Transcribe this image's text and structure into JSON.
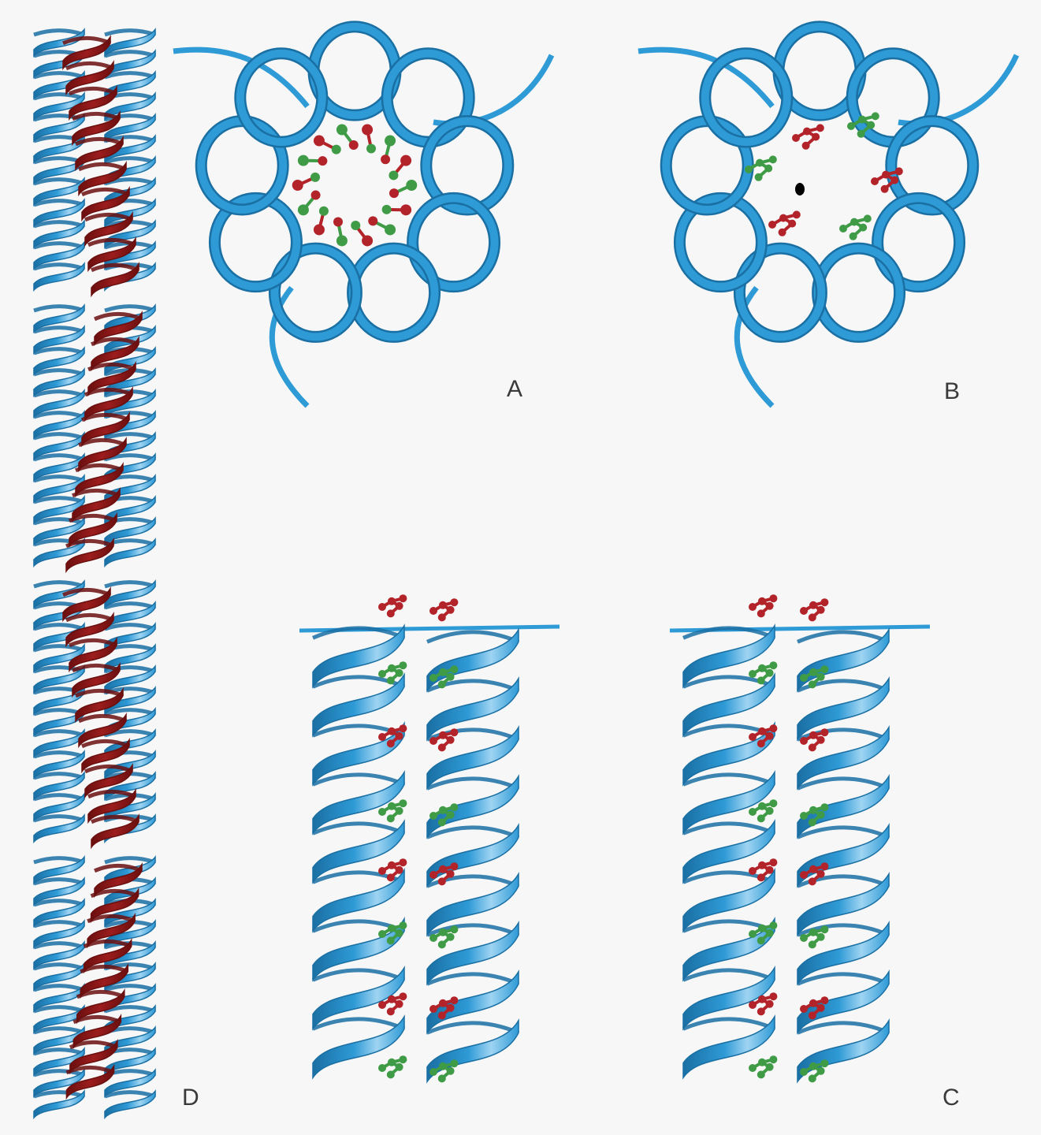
{
  "panels": {
    "A": {
      "label": "A",
      "view": "top"
    },
    "B": {
      "label": "B",
      "view": "top"
    },
    "C": {
      "label": "C",
      "view": "side"
    },
    "D": {
      "label": "D",
      "view": "long-bundle"
    }
  },
  "colors": {
    "background": "#f7f7f7",
    "ribbon": "#2e9ad6",
    "ribbon_dark": "#1a6fa3",
    "ribbon_highlight": "#9fd4f2",
    "red_chain": "#9c1d1d",
    "red_chain_dark": "#6b0f0f",
    "residue_red": "#b3232a",
    "residue_green": "#3f9b46",
    "label_text": "#3a3a3a"
  }
}
